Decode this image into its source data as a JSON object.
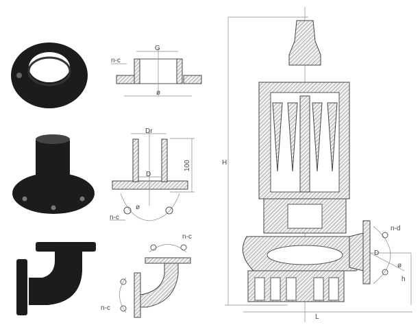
{
  "labels": {
    "flange_bolt": "n-c",
    "flange_bore": "G",
    "flange_diameter": "ø",
    "hose_outer": "Dr",
    "hose_length": "100",
    "hose_bore": "D",
    "hose_bolt": "n-c",
    "hose_pcd": "ø",
    "elbow_bolt_top": "n-c",
    "elbow_bolt_side": "n-c",
    "pump_height": "H",
    "pump_length": "L",
    "outlet_bolt": "n-d",
    "outlet_bore": "D",
    "outlet_pcd": "ø",
    "outlet_height": "h"
  }
}
